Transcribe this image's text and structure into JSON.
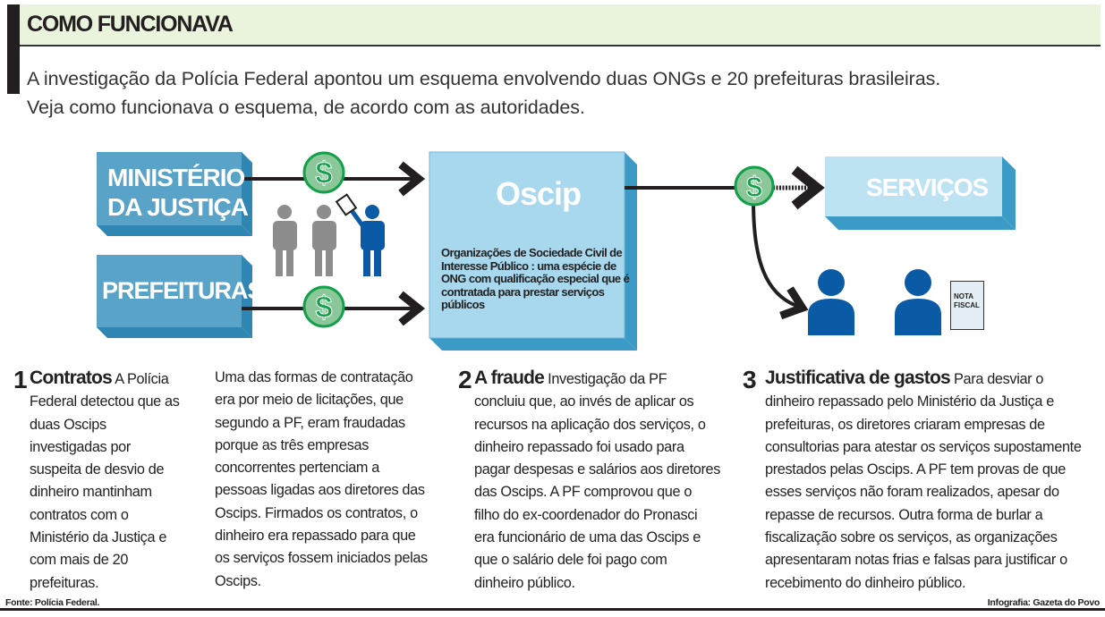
{
  "header": {
    "title": "COMO FUNCIONAVA",
    "intro": [
      "A investigação da Polícia Federal apontou um esquema envolvendo duas ONGs e 20 prefeituras brasileiras.",
      "Veja como funcionava o esquema, de acordo com as autoridades."
    ]
  },
  "diagram": {
    "ministerio": [
      "MINISTÉRIO",
      "DA JUSTIÇA"
    ],
    "prefeituras": "PREFEITURAS",
    "oscip": "Oscip",
    "oscip_desc": "Organizações de Sociedade Civil de Interesse Público : uma espécie de ONG com qualificação especial que é contratada para prestar serviços públicos",
    "servicos": "SERVIÇOS",
    "nota": [
      "NOTA",
      "FISCAL"
    ],
    "coin_symbol": "$",
    "colors": {
      "dark_box": "#5aa3c8",
      "light_box": "#a8d8ee",
      "box_side": "#3c9bc6",
      "coin": "#13a04a",
      "person_blue": "#0b5aa6",
      "person_grey": "#8d8d8d"
    }
  },
  "columns": [
    {
      "num": "1",
      "heading": "Contratos",
      "lines": [
        " A Polícia",
        "Federal detectou que as",
        "duas Oscips",
        "investigadas por",
        "suspeita de desvio de",
        "dinheiro mantinham",
        "contratos com o",
        "Ministério da Justiça e",
        "com mais de 20",
        "prefeituras."
      ]
    },
    {
      "num": "",
      "heading": "",
      "lines": [
        "Uma das formas de contratação",
        "era por meio de licitações, que",
        "segundo a PF, eram fraudadas",
        "porque as três empresas",
        "concorrentes pertenciam a",
        "pessoas ligadas aos diretores das",
        "Oscips. Firmados os contratos, o",
        "dinheiro era repassado para que",
        "os serviços fossem iniciados pelas",
        "Oscips."
      ]
    },
    {
      "num": "2",
      "heading": "A fraude",
      "lines": [
        " Investigação da PF",
        "concluiu que, ao invés de aplicar os",
        "recursos na aplicação dos serviços, o",
        "dinheiro repassado foi usado para",
        "pagar despesas e salários aos diretores",
        "das Oscips. A PF comprovou que o",
        "filho do ex-coordenador do Pronasci",
        "era funcionário de uma das Oscips e",
        "que o salário dele foi pago com",
        "dinheiro público."
      ]
    },
    {
      "num": "3",
      "heading": "Justificativa de gastos",
      "lines": [
        " Para desviar o",
        "dinheiro repassado pelo Ministério da Justiça e",
        "prefeituras, os diretores criaram empresas de",
        "consultorias para atestar os serviços supostamente",
        "prestados pelas Oscips. A PF tem provas de que",
        "esses serviços não foram realizados, apesar do",
        "repasse de recursos. Outra forma de burlar a",
        "fiscalização sobre os serviços, as organizações",
        "apresentaram notas frias e falsas para justificar o",
        "recebimento do dinheiro público."
      ]
    }
  ],
  "footer": {
    "source": "Fonte: Polícia Federal.",
    "credit": "Infografia: Gazeta do Povo"
  }
}
